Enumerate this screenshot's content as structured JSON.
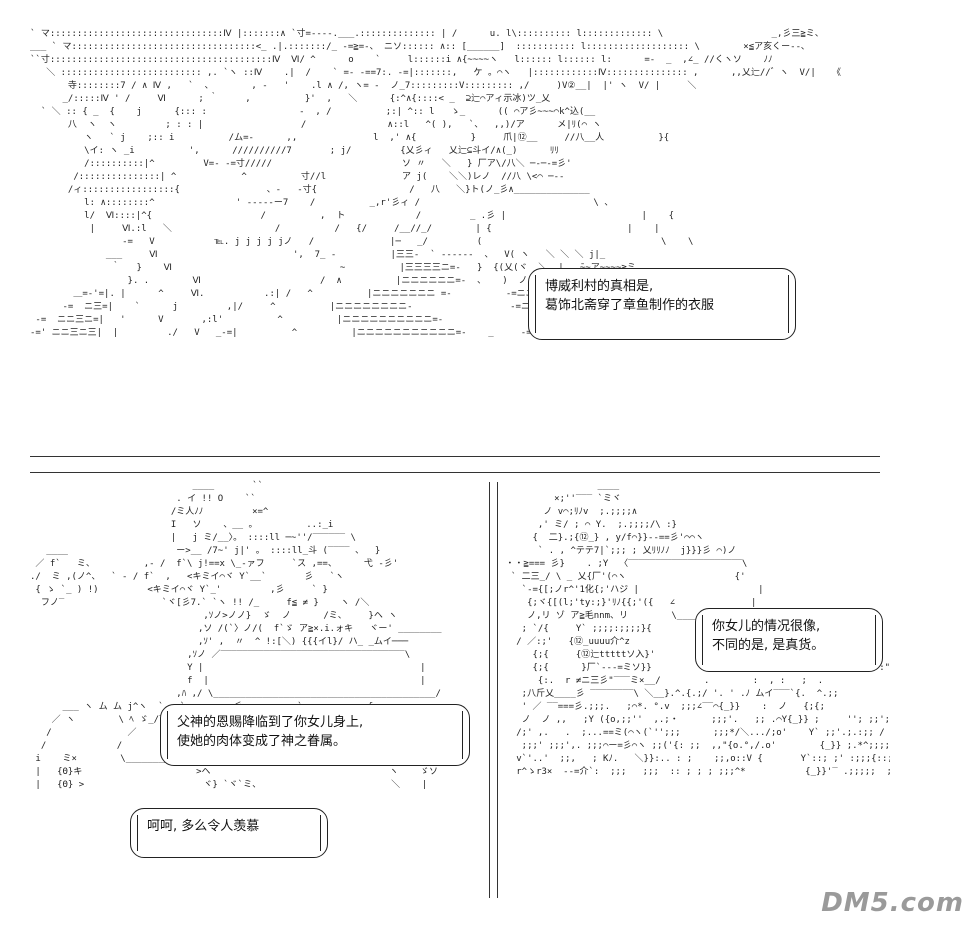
{
  "top_panel": {
    "speech": {
      "line1": "博威利村的真相是,",
      "line2": "葛饰北斋穿了章鱼制作的衣服"
    }
  },
  "bottom_left_panel": {
    "speech_1": {
      "line1": "父神的恩赐降临到了你女儿身上,",
      "line2": "使她的肉体变成了神之眷属。"
    },
    "speech_2": {
      "line1": "呵呵, 多么令人羡慕"
    }
  },
  "bottom_right_panel": {
    "speech": {
      "line1": "你女儿的情况很像,",
      "line2": "不同的是, 是真货。"
    }
  },
  "watermark": {
    "text": "DM5.com"
  },
  "colors": {
    "background": "#ffffff",
    "ink": "#222222",
    "watermark": "#9a9a9a"
  }
}
